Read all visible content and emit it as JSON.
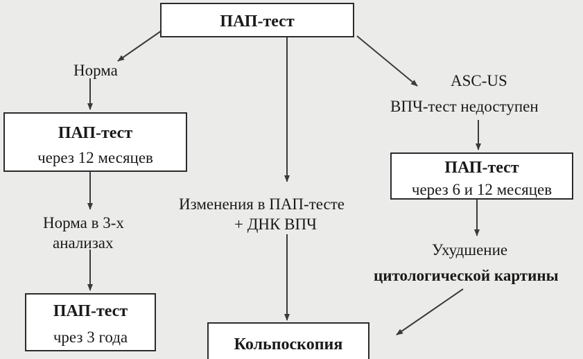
{
  "nodes": {
    "pap_start": "ПАП-тест",
    "norma": "Норма",
    "asc_us": "ASC-US",
    "vpch_unavailable": "ВПЧ-тест недоступен",
    "pap_12_title": "ПАП-тест",
    "pap_12_sub": "через 12 месяцев",
    "pap_6_12_title": "ПАП-тест",
    "pap_6_12_sub": "через 6 и 12 месяцев",
    "changes_line1": "Изменения в ПАП-тесте",
    "changes_line2": "+ ДНК ВПЧ",
    "norma3_line1": "Норма в 3-х",
    "norma3_line2": "анализах",
    "worsening_line1": "Ухудшение",
    "worsening_line2": "цитологической картины",
    "pap_3y_title": "ПАП-тест",
    "pap_3y_sub": "чрез 3 года",
    "colposcopy": "Кольпоскопия"
  },
  "colors": {
    "box_border": "#2b2b2b",
    "box_fill": "#ffffff",
    "arrow": "#3a3a3a",
    "background": "#ebebe9"
  }
}
